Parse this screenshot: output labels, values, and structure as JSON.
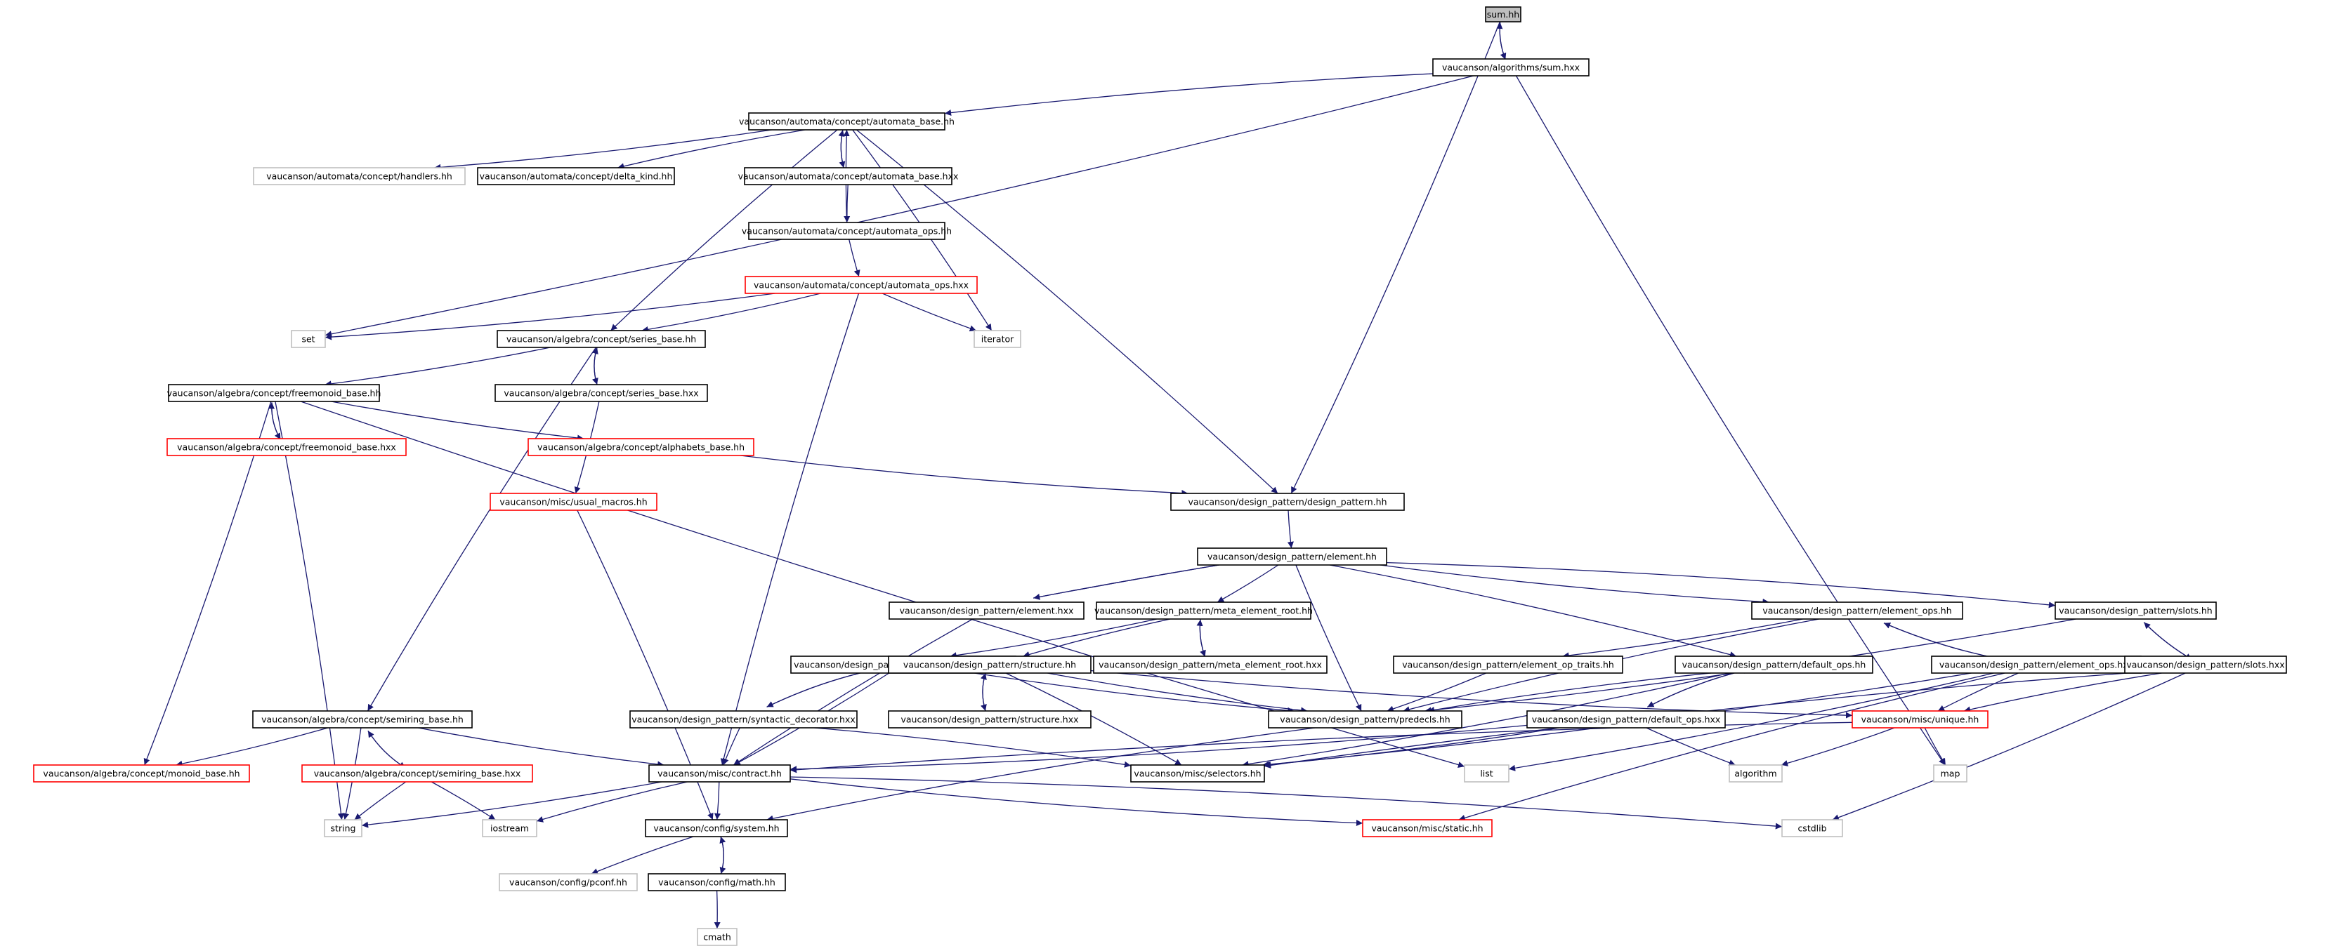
{
  "colors": {
    "edge": "#191970",
    "normal_border": "#000000",
    "missing_border": "#ff0000",
    "external_border": "#bfbfbf",
    "root_fill": "#bfbfbf",
    "fill": "#ffffff"
  },
  "nodes": [
    {
      "id": "sum_hh",
      "label": "sum.hh",
      "kind": "root"
    },
    {
      "id": "sum_hxx",
      "label": "vaucanson/algorithms/sum.hxx",
      "kind": "normal"
    },
    {
      "id": "aut_base_hh",
      "label": "vaucanson/automata/concept/automata_base.hh",
      "kind": "normal"
    },
    {
      "id": "handlers",
      "label": "vaucanson/automata/concept/handlers.hh",
      "kind": "external"
    },
    {
      "id": "delta_kind",
      "label": "vaucanson/automata/concept/delta_kind.hh",
      "kind": "normal"
    },
    {
      "id": "aut_base_hxx",
      "label": "vaucanson/automata/concept/automata_base.hxx",
      "kind": "normal"
    },
    {
      "id": "aut_ops_hh",
      "label": "vaucanson/automata/concept/automata_ops.hh",
      "kind": "normal"
    },
    {
      "id": "aut_ops_hxx",
      "label": "vaucanson/automata/concept/automata_ops.hxx",
      "kind": "missing"
    },
    {
      "id": "set",
      "label": "set",
      "kind": "external"
    },
    {
      "id": "series_base_hh",
      "label": "vaucanson/algebra/concept/series_base.hh",
      "kind": "normal"
    },
    {
      "id": "iterator",
      "label": "iterator",
      "kind": "external"
    },
    {
      "id": "freemonoid_hh",
      "label": "vaucanson/algebra/concept/freemonoid_base.hh",
      "kind": "normal"
    },
    {
      "id": "series_base_hxx",
      "label": "vaucanson/algebra/concept/series_base.hxx",
      "kind": "normal"
    },
    {
      "id": "freemonoid_hxx",
      "label": "vaucanson/algebra/concept/freemonoid_base.hxx",
      "kind": "missing"
    },
    {
      "id": "alphabets",
      "label": "vaucanson/algebra/concept/alphabets_base.hh",
      "kind": "missing"
    },
    {
      "id": "usual_macros",
      "label": "vaucanson/misc/usual_macros.hh",
      "kind": "missing"
    },
    {
      "id": "design_pattern",
      "label": "vaucanson/design_pattern/design_pattern.hh",
      "kind": "normal"
    },
    {
      "id": "element_hh",
      "label": "vaucanson/design_pattern/element.hh",
      "kind": "normal"
    },
    {
      "id": "element_hxx",
      "label": "vaucanson/design_pattern/element.hxx",
      "kind": "normal"
    },
    {
      "id": "meta_root_hh",
      "label": "vaucanson/design_pattern/meta_element_root.hh",
      "kind": "normal"
    },
    {
      "id": "meta_root_hxx",
      "label": "vaucanson/design_pattern/meta_element_root.hxx",
      "kind": "normal"
    },
    {
      "id": "element_ops_hh",
      "label": "vaucanson/design_pattern/element_ops.hh",
      "kind": "normal"
    },
    {
      "id": "slots_hh",
      "label": "vaucanson/design_pattern/slots.hh",
      "kind": "normal"
    },
    {
      "id": "synt_dec_hh",
      "label": "vaucanson/design_pattern/syntactic_decorator.hh",
      "kind": "normal"
    },
    {
      "id": "structure_hh",
      "label": "vaucanson/design_pattern/structure.hh",
      "kind": "normal"
    },
    {
      "id": "op_traits",
      "label": "vaucanson/design_pattern/element_op_traits.hh",
      "kind": "normal"
    },
    {
      "id": "default_ops_hh",
      "label": "vaucanson/design_pattern/default_ops.hh",
      "kind": "normal"
    },
    {
      "id": "element_ops_hxx",
      "label": "vaucanson/design_pattern/element_ops.hxx",
      "kind": "normal"
    },
    {
      "id": "slots_hxx",
      "label": "vaucanson/design_pattern/slots.hxx",
      "kind": "normal"
    },
    {
      "id": "semiring_hh",
      "label": "vaucanson/algebra/concept/semiring_base.hh",
      "kind": "normal"
    },
    {
      "id": "synt_dec_hxx",
      "label": "vaucanson/design_pattern/syntactic_decorator.hxx",
      "kind": "normal"
    },
    {
      "id": "structure_hxx",
      "label": "vaucanson/design_pattern/structure.hxx",
      "kind": "normal"
    },
    {
      "id": "predecls",
      "label": "vaucanson/design_pattern/predecls.hh",
      "kind": "normal"
    },
    {
      "id": "default_ops_hxx",
      "label": "vaucanson/design_pattern/default_ops.hxx",
      "kind": "normal"
    },
    {
      "id": "unique_hh",
      "label": "vaucanson/misc/unique.hh",
      "kind": "missing"
    },
    {
      "id": "monoid_base",
      "label": "vaucanson/algebra/concept/monoid_base.hh",
      "kind": "missing"
    },
    {
      "id": "semiring_hxx",
      "label": "vaucanson/algebra/concept/semiring_base.hxx",
      "kind": "missing"
    },
    {
      "id": "contract",
      "label": "vaucanson/misc/contract.hh",
      "kind": "normal"
    },
    {
      "id": "selectors",
      "label": "vaucanson/misc/selectors.hh",
      "kind": "normal"
    },
    {
      "id": "list",
      "label": "list",
      "kind": "external"
    },
    {
      "id": "algorithm",
      "label": "algorithm",
      "kind": "external"
    },
    {
      "id": "map",
      "label": "map",
      "kind": "external"
    },
    {
      "id": "string",
      "label": "string",
      "kind": "external"
    },
    {
      "id": "iostream",
      "label": "iostream",
      "kind": "external"
    },
    {
      "id": "system_hh",
      "label": "vaucanson/config/system.hh",
      "kind": "normal"
    },
    {
      "id": "static_hh",
      "label": "vaucanson/misc/static.hh",
      "kind": "missing"
    },
    {
      "id": "cstdlib",
      "label": "cstdlib",
      "kind": "external"
    },
    {
      "id": "pconf",
      "label": "vaucanson/config/pconf.hh",
      "kind": "external"
    },
    {
      "id": "math_hh",
      "label": "vaucanson/config/math.hh",
      "kind": "normal"
    },
    {
      "id": "cmath",
      "label": "cmath",
      "kind": "external"
    }
  ],
  "edges": [
    [
      "sum_hh",
      "sum_hxx"
    ],
    [
      "sum_hxx",
      "sum_hh"
    ],
    [
      "sum_hh",
      "design_pattern"
    ],
    [
      "sum_hxx",
      "aut_base_hh"
    ],
    [
      "sum_hxx",
      "set"
    ],
    [
      "sum_hxx",
      "map"
    ],
    [
      "aut_base_hh",
      "handlers"
    ],
    [
      "aut_base_hh",
      "delta_kind"
    ],
    [
      "aut_base_hh",
      "aut_base_hxx"
    ],
    [
      "aut_base_hxx",
      "aut_base_hh"
    ],
    [
      "aut_base_hh",
      "iterator"
    ],
    [
      "aut_base_hh",
      "series_base_hh"
    ],
    [
      "aut_base_hh",
      "design_pattern"
    ],
    [
      "aut_base_hxx",
      "aut_ops_hh"
    ],
    [
      "aut_ops_hh",
      "aut_base_hh"
    ],
    [
      "aut_ops_hh",
      "aut_ops_hxx"
    ],
    [
      "aut_ops_hxx",
      "set"
    ],
    [
      "aut_ops_hxx",
      "iterator"
    ],
    [
      "aut_ops_hxx",
      "series_base_hh"
    ],
    [
      "aut_ops_hxx",
      "contract"
    ],
    [
      "series_base_hh",
      "freemonoid_hh"
    ],
    [
      "series_base_hh",
      "series_base_hxx"
    ],
    [
      "series_base_hxx",
      "series_base_hh"
    ],
    [
      "series_base_hh",
      "semiring_hh"
    ],
    [
      "series_base_hxx",
      "usual_macros"
    ],
    [
      "freemonoid_hh",
      "freemonoid_hxx"
    ],
    [
      "freemonoid_hxx",
      "freemonoid_hh"
    ],
    [
      "freemonoid_hh",
      "alphabets"
    ],
    [
      "freemonoid_hh",
      "string"
    ],
    [
      "freemonoid_hh",
      "list"
    ],
    [
      "freemonoid_hh",
      "monoid_base"
    ],
    [
      "alphabets",
      "design_pattern"
    ],
    [
      "usual_macros",
      "system_hh"
    ],
    [
      "design_pattern",
      "element_hh"
    ],
    [
      "element_hh",
      "element_hxx"
    ],
    [
      "element_hxx",
      "element_hh"
    ],
    [
      "element_hh",
      "meta_root_hh"
    ],
    [
      "element_hh",
      "element_ops_hh"
    ],
    [
      "element_hh",
      "slots_hh"
    ],
    [
      "element_hh",
      "predecls"
    ],
    [
      "element_hh",
      "default_ops_hh"
    ],
    [
      "element_hxx",
      "contract"
    ],
    [
      "meta_root_hh",
      "meta_root_hxx"
    ],
    [
      "meta_root_hxx",
      "meta_root_hh"
    ],
    [
      "meta_root_hh",
      "synt_dec_hh"
    ],
    [
      "meta_root_hh",
      "structure_hh"
    ],
    [
      "element_ops_hh",
      "op_traits"
    ],
    [
      "element_ops_hh",
      "element_ops_hxx"
    ],
    [
      "element_ops_hxx",
      "element_ops_hh"
    ],
    [
      "element_ops_hh",
      "predecls"
    ],
    [
      "slots_hh",
      "slots_hxx"
    ],
    [
      "slots_hxx",
      "slots_hh"
    ],
    [
      "slots_hh",
      "predecls"
    ],
    [
      "synt_dec_hh",
      "synt_dec_hxx"
    ],
    [
      "synt_dec_hxx",
      "synt_dec_hh"
    ],
    [
      "synt_dec_hh",
      "predecls"
    ],
    [
      "synt_dec_hh",
      "contract"
    ],
    [
      "structure_hh",
      "structure_hxx"
    ],
    [
      "structure_hxx",
      "structure_hh"
    ],
    [
      "structure_hh",
      "predecls"
    ],
    [
      "structure_hh",
      "selectors"
    ],
    [
      "structure_hh",
      "unique_hh"
    ],
    [
      "op_traits",
      "predecls"
    ],
    [
      "default_ops_hh",
      "default_ops_hxx"
    ],
    [
      "default_ops_hxx",
      "default_ops_hh"
    ],
    [
      "default_ops_hh",
      "predecls"
    ],
    [
      "default_ops_hh",
      "selectors"
    ],
    [
      "element_ops_hxx",
      "unique_hh"
    ],
    [
      "element_ops_hxx",
      "selectors"
    ],
    [
      "element_ops_hxx",
      "static_hh"
    ],
    [
      "element_ops_hxx",
      "list"
    ],
    [
      "slots_hxx",
      "unique_hh"
    ],
    [
      "slots_hxx",
      "cstdlib"
    ],
    [
      "slots_hxx",
      "selectors"
    ],
    [
      "semiring_hh",
      "monoid_base"
    ],
    [
      "semiring_hh",
      "semiring_hxx"
    ],
    [
      "semiring_hxx",
      "semiring_hh"
    ],
    [
      "semiring_hh",
      "contract"
    ],
    [
      "semiring_hh",
      "string"
    ],
    [
      "semiring_hxx",
      "string"
    ],
    [
      "semiring_hxx",
      "iostream"
    ],
    [
      "synt_dec_hxx",
      "contract"
    ],
    [
      "synt_dec_hxx",
      "selectors"
    ],
    [
      "predecls",
      "system_hh"
    ],
    [
      "default_ops_hxx",
      "contract"
    ],
    [
      "default_ops_hxx",
      "algorithm"
    ],
    [
      "default_ops_hxx",
      "selectors"
    ],
    [
      "unique_hh",
      "map"
    ],
    [
      "unique_hh",
      "algorithm"
    ],
    [
      "unique_hh",
      "contract"
    ],
    [
      "contract",
      "string"
    ],
    [
      "contract",
      "iostream"
    ],
    [
      "contract",
      "system_hh"
    ],
    [
      "contract",
      "static_hh"
    ],
    [
      "contract",
      "cstdlib"
    ],
    [
      "system_hh",
      "pconf"
    ],
    [
      "system_hh",
      "math_hh"
    ],
    [
      "math_hh",
      "system_hh"
    ],
    [
      "math_hh",
      "cmath"
    ]
  ]
}
